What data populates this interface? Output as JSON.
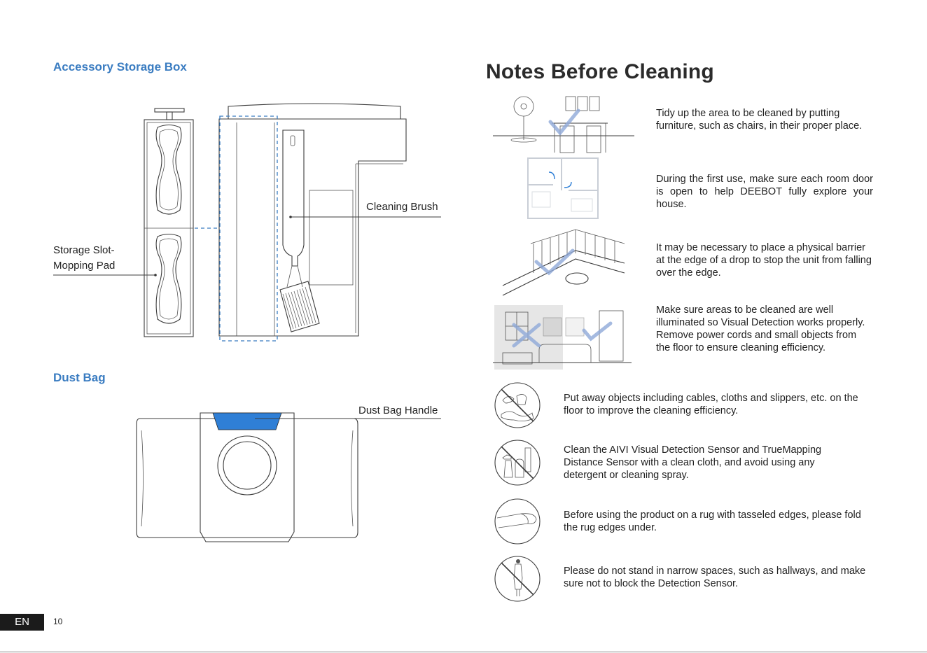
{
  "left": {
    "storage_box_title": "Accessory Storage Box",
    "storage_slot_label_line1": "Storage Slot-",
    "storage_slot_label_line2": "Mopping Pad",
    "cleaning_brush_label": "Cleaning Brush",
    "dust_bag_title": "Dust Bag",
    "dust_bag_handle_label": "Dust Bag Handle"
  },
  "right": {
    "title": "Notes Before Cleaning",
    "notes": [
      {
        "icon": "furniture-room-icon",
        "text": "Tidy up the area to be cleaned by putting furniture, such as chairs, in their proper place."
      },
      {
        "icon": "floor-plan-icon",
        "text": "During the first use, make sure each room door is open to help DEEBOT fully explore your house."
      },
      {
        "icon": "stairs-barrier-icon",
        "text": "It may be necessary to place a physical barrier at the edge of a drop to stop the unit from falling over the edge."
      },
      {
        "icon": "lighting-room-icon",
        "text": "Make sure areas to be cleaned are well illuminated so Visual Detection works properly. Remove power cords and small objects from the floor to ensure cleaning efficiency."
      },
      {
        "icon": "no-objects-icon",
        "text": "Put away objects including cables, cloths and slippers, etc. on the floor to improve the cleaning efficiency."
      },
      {
        "icon": "no-detergent-icon",
        "text": "Clean the AIVI Visual Detection Sensor and TrueMapping Distance Sensor with a clean cloth, and avoid using any detergent or cleaning spray."
      },
      {
        "icon": "rug-edge-icon",
        "text": "Before using the product on a rug with tasseled edges, please fold the rug edges under."
      },
      {
        "icon": "no-standing-icon",
        "text": "Please do not stand in narrow spaces, such as hallways, and make sure not to block the Detection Sensor."
      }
    ]
  },
  "footer": {
    "language_badge": "EN",
    "page_number": "10"
  },
  "colors": {
    "accent_blue": "#3a7cc1",
    "handle_blue": "#2f7fd6",
    "check_blue": "#8ea9d8",
    "badge_bg": "#1b1b1b"
  }
}
